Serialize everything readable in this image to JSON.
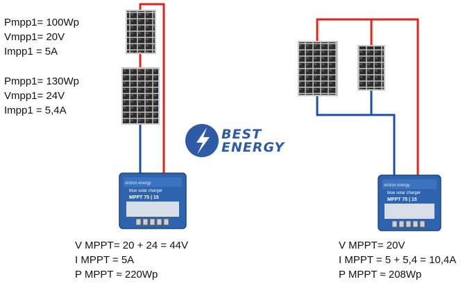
{
  "left_specs": {
    "panel1": {
      "pmpp": "Pmpp1= 100Wp",
      "vmpp": "Vmpp1= 20V",
      "impp": "Impp1 = 5A"
    },
    "panel2": {
      "pmpp": "Pmpp1= 130Wp",
      "vmpp": "Vmpp1= 24V",
      "impp": "Impp1 = 5,4A"
    }
  },
  "left_result": {
    "v": "V MPPT= 20 + 24 = 44V",
    "i": "I MPPT = 5A",
    "p": "P MPPT ≈ 220Wp"
  },
  "right_result": {
    "v": "V MPPT= 20V",
    "i": "I MPPT = 5 + 5,4 = 10,4A",
    "p": "P MPPT ≈ 208Wp"
  },
  "logo": {
    "line1": "BEST",
    "line2": "ENERGY"
  },
  "controller": {
    "brand": "victron energy",
    "product": "blue solar charger",
    "model": "MPPT 75 | 15"
  },
  "colors": {
    "positive_wire": "#e8201c",
    "negative_wire": "#1c4fa3",
    "controller_blue": "#2e63ad",
    "logo_blue": "#2f5aa8",
    "panel_cell": "#2b2b2b"
  }
}
